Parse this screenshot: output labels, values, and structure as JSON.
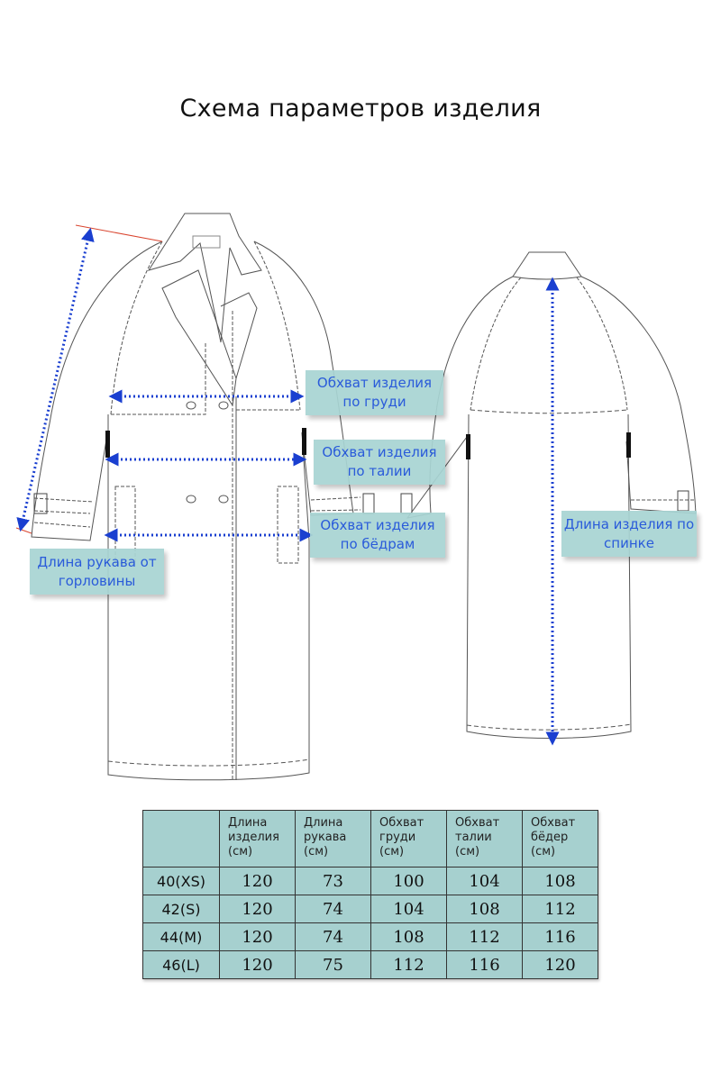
{
  "title": "Схема параметров изделия",
  "colors": {
    "label_bg": "#a8d4d3",
    "label_text": "#1a4fd8",
    "arrow": "#1a3fd0",
    "table_bg": "#a6d0cf",
    "guide_line": "#d9442e"
  },
  "front_view": {
    "neck_label_text": "",
    "labels": {
      "chest": [
        "Обхват изделия",
        "по груди"
      ],
      "waist": [
        "Обхват изделия",
        "по талии"
      ],
      "hips": [
        "Обхват изделия",
        "по бёдрам"
      ],
      "sleeve": [
        "Длина рукава от",
        "горловины"
      ]
    }
  },
  "back_view": {
    "labels": {
      "length": [
        "Длина изделия по",
        "спинке"
      ]
    }
  },
  "size_table": {
    "headers": [
      "",
      [
        "Длина",
        "изделия",
        "(см)"
      ],
      [
        "Длина",
        "рукава",
        "(см)"
      ],
      [
        "Обхват",
        "груди",
        "(см)"
      ],
      [
        "Обхват",
        "талии",
        "(см)"
      ],
      [
        "Обхват",
        "бёдер",
        "(см)"
      ]
    ],
    "rows": [
      {
        "size": "40(XS)",
        "values": [
          "120",
          "73",
          "100",
          "104",
          "108"
        ]
      },
      {
        "size": "42(S)",
        "values": [
          "120",
          "74",
          "104",
          "108",
          "112"
        ]
      },
      {
        "size": "44(M)",
        "values": [
          "120",
          "74",
          "108",
          "112",
          "116"
        ]
      },
      {
        "size": "46(L)",
        "values": [
          "120",
          "75",
          "112",
          "116",
          "120"
        ]
      }
    ]
  }
}
